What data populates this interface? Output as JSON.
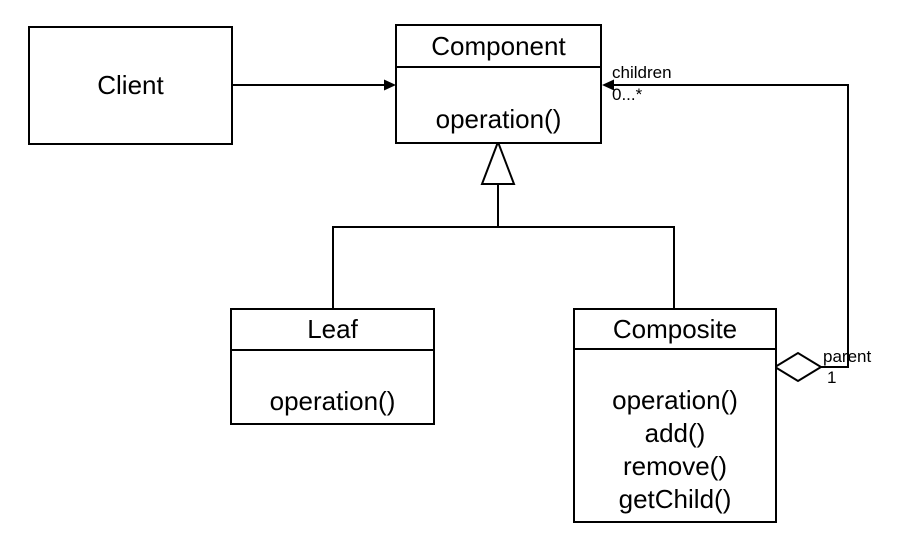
{
  "classes": {
    "client": {
      "name": "Client"
    },
    "component": {
      "name": "Component",
      "methods": [
        "operation()"
      ]
    },
    "leaf": {
      "name": "Leaf",
      "methods": [
        "operation()"
      ]
    },
    "composite": {
      "name": "Composite",
      "methods": [
        "operation()",
        "add()",
        "remove()",
        "getChild()"
      ]
    }
  },
  "relationships": {
    "children_label": "children",
    "children_multiplicity": "0...*",
    "parent_label": "parent",
    "parent_multiplicity": "1"
  },
  "colors": {
    "line": "#000000",
    "background": "#ffffff",
    "box_fill": "#ffffff"
  }
}
